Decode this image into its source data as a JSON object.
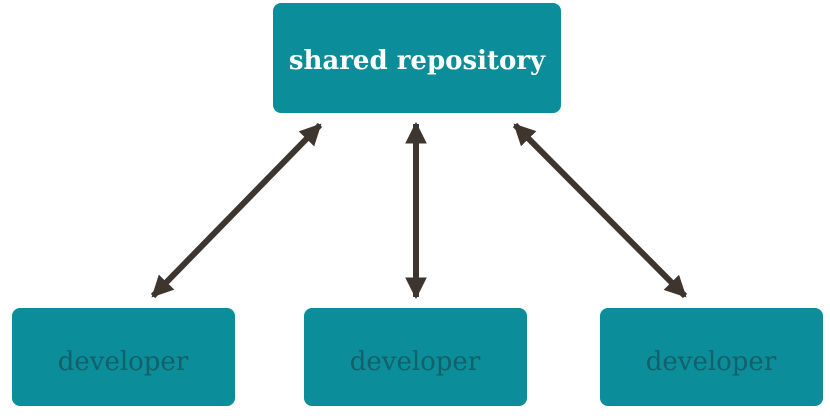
{
  "colors": {
    "background": "#FFFFFF",
    "node_fill": "#0B8E99",
    "repository_text": "#FFFFFF",
    "developer_text": "#12606B",
    "arrow": "#3D352E"
  },
  "diagram": {
    "nodes": {
      "repository": {
        "label": "shared repository"
      },
      "developer_left": {
        "label": "developer"
      },
      "developer_middle": {
        "label": "developer"
      },
      "developer_right": {
        "label": "developer"
      }
    },
    "edges": [
      {
        "from": "shared repository",
        "to": "developer_left",
        "style": "bidirectional-arrow"
      },
      {
        "from": "shared repository",
        "to": "developer_middle",
        "style": "bidirectional-arrow"
      },
      {
        "from": "shared repository",
        "to": "developer_right",
        "style": "bidirectional-arrow"
      }
    ]
  }
}
